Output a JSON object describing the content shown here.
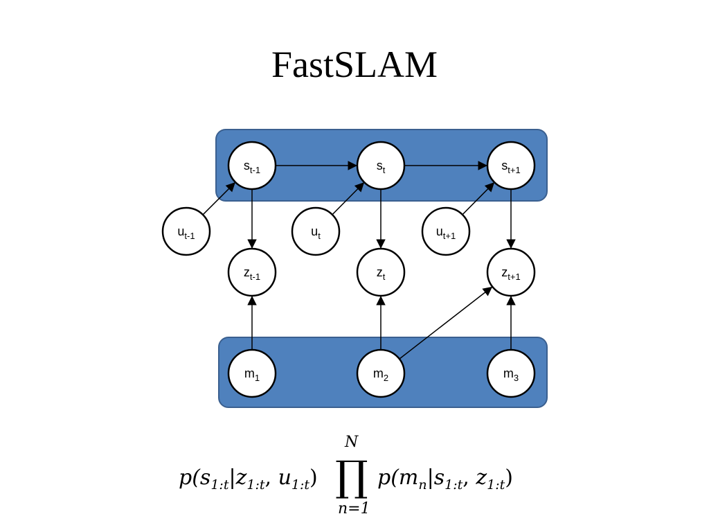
{
  "title": "FastSLAM",
  "colors": {
    "plate_fill": "#4f81bd",
    "plate_stroke": "#3a5f8f",
    "node_fill": "#ffffff",
    "node_stroke": "#000000",
    "edge": "#000000"
  },
  "nodes": {
    "s_prev": {
      "base": "s",
      "sub": "t-1"
    },
    "s_cur": {
      "base": "s",
      "sub": "t"
    },
    "s_next": {
      "base": "s",
      "sub": "t+1"
    },
    "u_prev": {
      "base": "u",
      "sub": "t-1"
    },
    "u_cur": {
      "base": "u",
      "sub": "t"
    },
    "u_next": {
      "base": "u",
      "sub": "t+1"
    },
    "z_prev": {
      "base": "z",
      "sub": "t-1"
    },
    "z_cur": {
      "base": "z",
      "sub": "t"
    },
    "z_next": {
      "base": "z",
      "sub": "t+1"
    },
    "m1": {
      "base": "m",
      "sub": "1"
    },
    "m2": {
      "base": "m",
      "sub": "2"
    },
    "m3": {
      "base": "m",
      "sub": "3"
    }
  },
  "edges": [
    [
      "s_prev",
      "s_cur"
    ],
    [
      "s_cur",
      "s_next"
    ],
    [
      "u_prev",
      "s_prev"
    ],
    [
      "u_cur",
      "s_cur"
    ],
    [
      "u_next",
      "s_next"
    ],
    [
      "s_prev",
      "z_prev"
    ],
    [
      "s_cur",
      "z_cur"
    ],
    [
      "s_next",
      "z_next"
    ],
    [
      "m1",
      "z_prev"
    ],
    [
      "m2",
      "z_cur"
    ],
    [
      "m2",
      "z_next"
    ],
    [
      "m3",
      "z_next"
    ]
  ],
  "formula": {
    "lhs_p": "p(",
    "lhs_s": "s",
    "lhs_s_sub": "1:t",
    "lhs_bar": "|",
    "lhs_z": "z",
    "lhs_z_sub": "1:t",
    "lhs_comma": ", ",
    "lhs_u": "u",
    "lhs_u_sub": "1:t",
    "lhs_close": ")",
    "prod_symbol": "∏",
    "prod_upper": "N",
    "prod_lower": "n=1",
    "rhs_p": "p(",
    "rhs_m": "m",
    "rhs_m_sub": "n",
    "rhs_bar": "|",
    "rhs_s": "s",
    "rhs_s_sub": "1:t",
    "rhs_comma": ", ",
    "rhs_z": "z",
    "rhs_z_sub": "1:t",
    "rhs_close": ")"
  }
}
